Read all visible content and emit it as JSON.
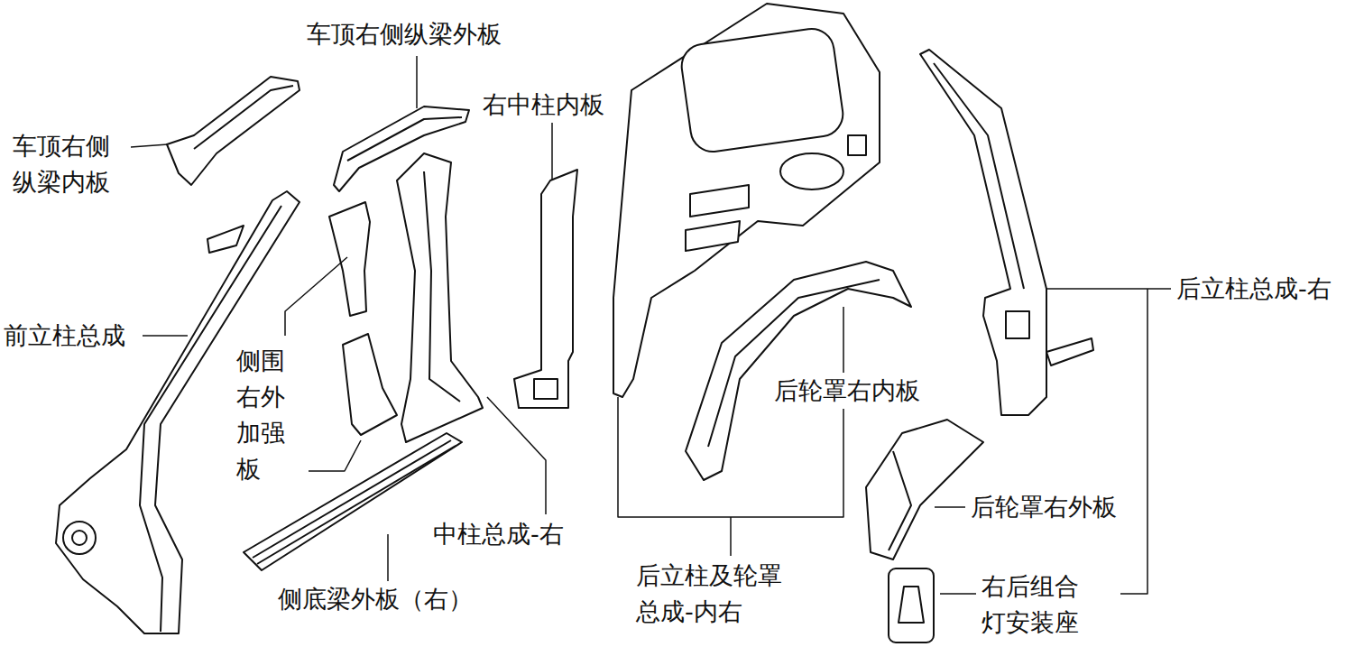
{
  "diagram": {
    "labels": [
      "车顶右侧纵梁外板",
      "车顶右侧 纵梁内板",
      "右中柱内板",
      "前立柱总成",
      "侧围 右外 加强 板",
      "中柱总成-右",
      "侧底梁外板（右）",
      "后立柱及轮罩 总成-内右",
      "后轮罩右内板",
      "后立柱总成-右",
      "后轮罩右外板",
      "右后组合 灯安装座"
    ]
  }
}
